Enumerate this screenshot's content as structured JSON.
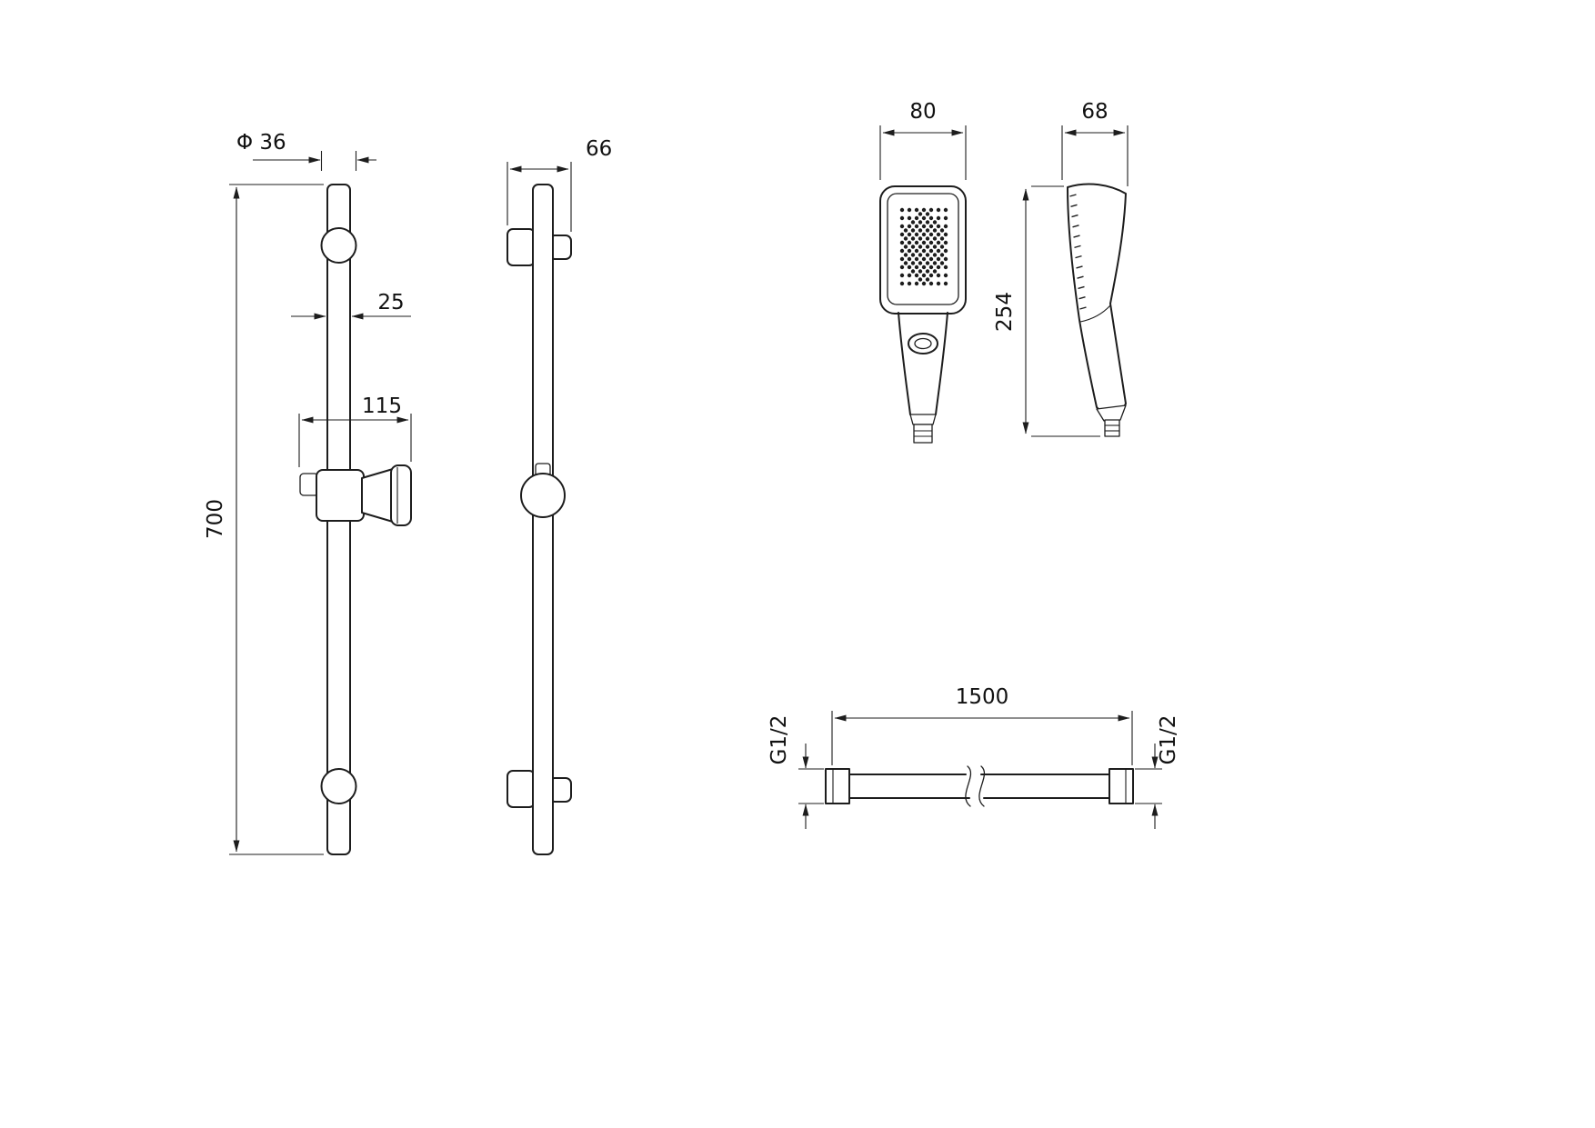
{
  "page": {
    "background": "#ffffff",
    "line_color": "#1d1d1d",
    "description": "Technical dimension drawing of a shower rail set: rail front view, rail side view, hand shower front and side views, shower hose"
  },
  "views": {
    "rail_front": {
      "dims": {
        "bracket_diameter": "Φ 36",
        "tube_width": "25",
        "holder_width": "115",
        "overall_height": "700"
      }
    },
    "rail_side": {
      "dims": {
        "overall_depth": "66"
      }
    },
    "handshower_front": {
      "dims": {
        "width": "80"
      }
    },
    "handshower_side": {
      "dims": {
        "depth": "68",
        "length": "254"
      }
    },
    "hose": {
      "dims": {
        "length": "1500",
        "thread_left": "G1/2",
        "thread_right": "G1/2"
      }
    }
  }
}
